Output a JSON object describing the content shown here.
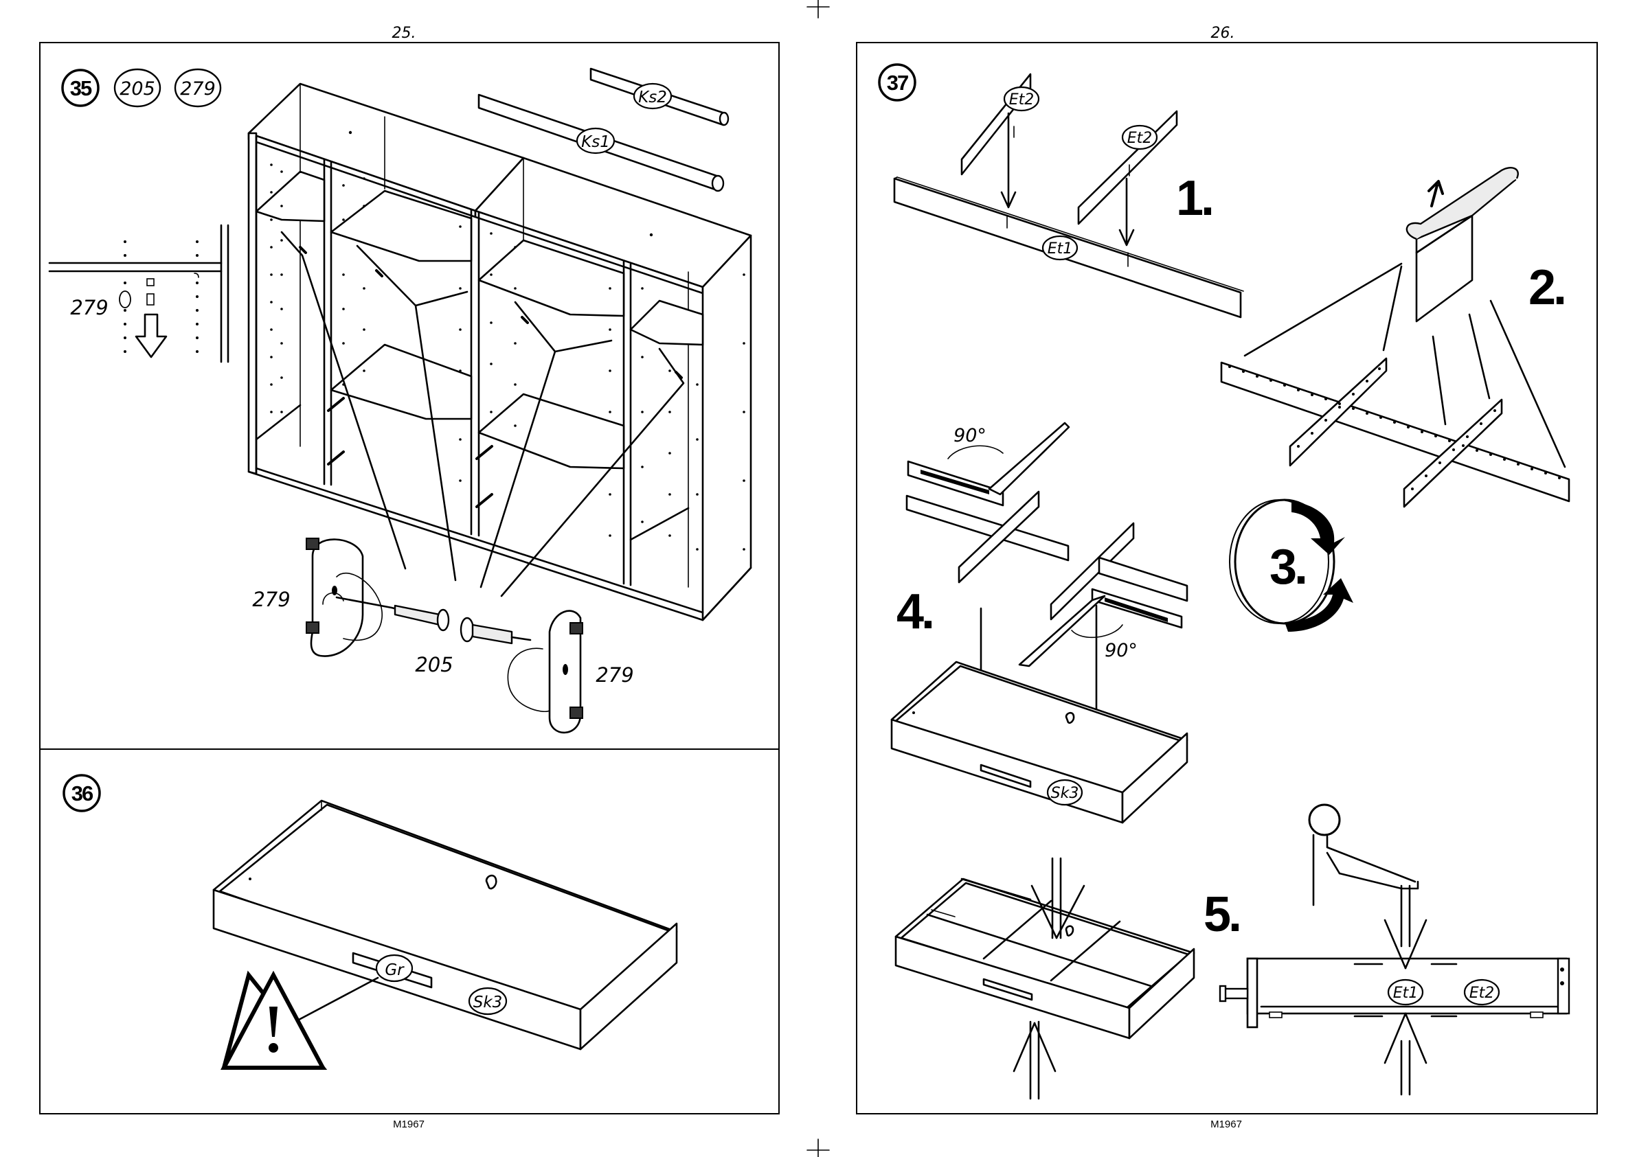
{
  "pages": [
    {
      "page_number": "25.",
      "footer": "M1967",
      "steps": [
        {
          "number": "35",
          "parts": [
            "205",
            "279"
          ],
          "callouts": [
            "Ks2",
            "Ks1",
            "279",
            "279",
            "205",
            "279"
          ]
        },
        {
          "number": "36",
          "callouts": [
            "Gr",
            "Sk3"
          ]
        }
      ]
    },
    {
      "page_number": "26.",
      "footer": "M1967",
      "steps": [
        {
          "number": "37",
          "callouts": [
            "Et2",
            "Et2",
            "Et1",
            "Sk3",
            "Et1",
            "Et2"
          ],
          "substeps": [
            "1.",
            "2.",
            "3.",
            "4.",
            "5."
          ],
          "angles": [
            "90°",
            "90°"
          ]
        }
      ]
    }
  ],
  "icons": [
    "warning-triangle-icon",
    "rotate-flip-icon",
    "peel-tape-icon",
    "hand-press-icon"
  ]
}
